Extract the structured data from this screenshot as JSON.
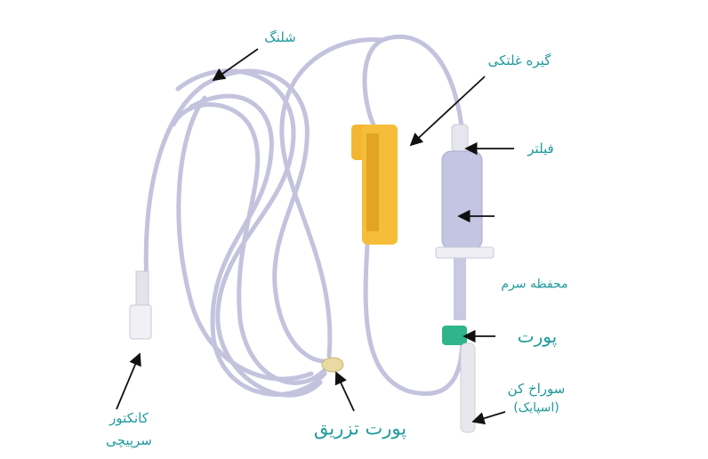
{
  "labels": {
    "tubing": "شلنگ",
    "roller_clamp": "گیره غلتکی",
    "filter": "فیلتر",
    "drip_chamber": "محفظه سرم",
    "port": "پورت",
    "spike_line1": "سوراخ کن",
    "spike_line2": "(اسپایک)",
    "connector_line1": "کانکتور",
    "connector_line2": "سرپیچی",
    "injection_port": "پورت تزریق"
  },
  "colors": {
    "label": "#1f9a9c",
    "tube": "#b9b9d6",
    "clamp": "#f2b632",
    "port": "#2fb58a"
  }
}
